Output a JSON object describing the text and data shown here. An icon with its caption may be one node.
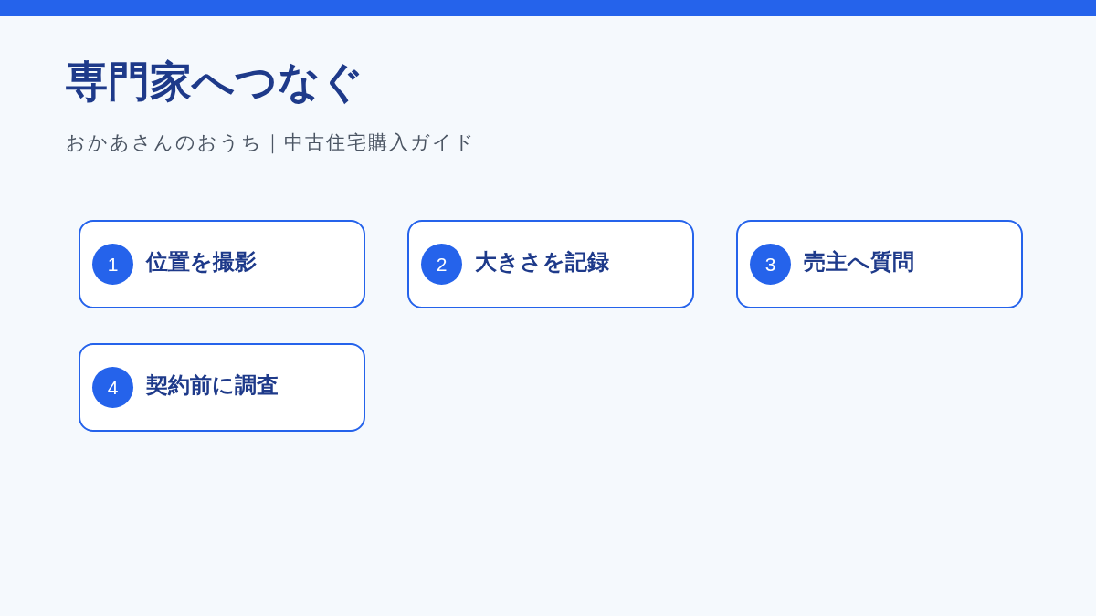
{
  "diagram": {
    "title": "専門家へつなぐ",
    "nodes": [
      {
        "text": [],
        "shape": "bar"
      },
      {
        "text": [
          "位置を撮影"
        ]
      },
      {
        "text": [
          "1"
        ],
        "in": 1
      },
      {
        "text": [
          "大きさを記録"
        ]
      },
      {
        "text": [
          "2"
        ],
        "in": 3
      },
      {
        "text": [
          "売主へ質問"
        ]
      },
      {
        "text": [
          "3"
        ],
        "in": 5
      },
      {
        "text": [
          "契約前に調査"
        ]
      },
      {
        "text": [
          "4"
        ],
        "in": 7
      }
    ],
    "labels": [
      "おかあさんのおうち｜中古住宅購入ガイド"
    ]
  }
}
